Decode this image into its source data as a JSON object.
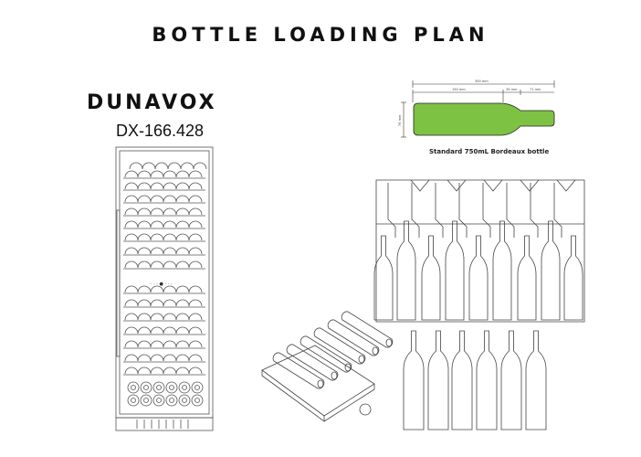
{
  "title": "BOTTLE LOADING PLAN",
  "brand": "DUNAVOX",
  "model": "DX-166.428",
  "bottle_spec": {
    "caption": "Standard 750mL Bordeaux bottle",
    "total_length": "300 mm",
    "body_length": "190 mm",
    "shoulder_length": "39 mm",
    "neck_length": "71 mm",
    "diameter": "76 mm",
    "fill_color": "#7dc242"
  }
}
